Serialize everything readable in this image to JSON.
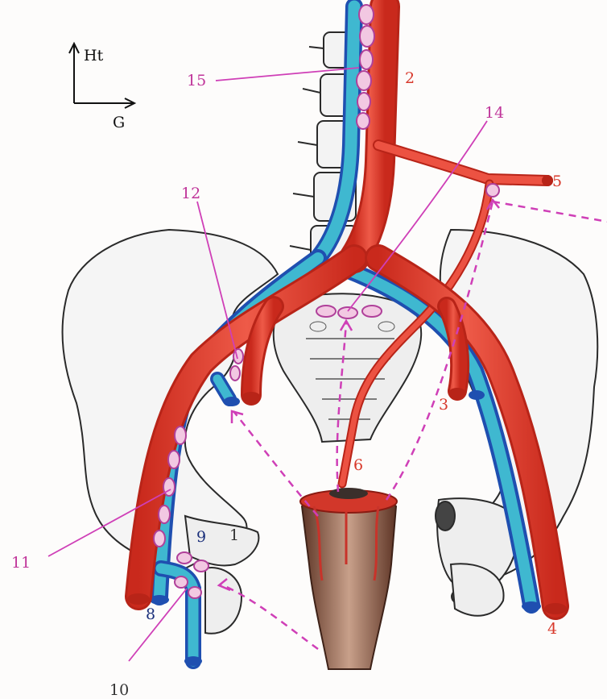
{
  "orientation": {
    "up_label": "Ht",
    "side_label": "G"
  },
  "labels": {
    "l1": "1",
    "l2": "2",
    "l3": "3",
    "l4": "4",
    "l5": "5",
    "l6": "6",
    "l8": "8",
    "l9": "9",
    "l10": "10",
    "l11": "11",
    "l12": "12",
    "l14": "14",
    "l15": "15"
  },
  "colors": {
    "artery": "#e8483a",
    "artery_dark": "#b82418",
    "vein": "#3fb8d0",
    "vein_outline": "#1f4fb0",
    "lymph_node": "#f2c8e2",
    "lymph_outline": "#b0409a",
    "leader_line": "#cf3fb7",
    "bone_outline": "#2a2a2a",
    "bone_fill": "#f4f4f4",
    "rectum": "#8a5a47"
  }
}
